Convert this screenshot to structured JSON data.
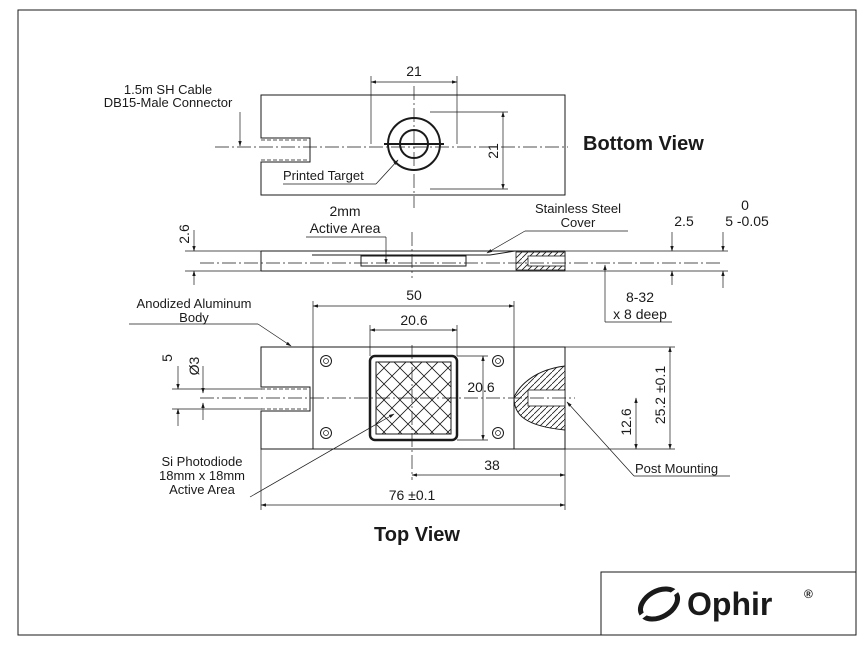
{
  "views": {
    "bottom_title": "Bottom View",
    "top_title": "Top View"
  },
  "labels": {
    "cable_line1": "1.5m SH Cable",
    "cable_line2": "DB15-Male Connector",
    "printed_target": "Printed Target",
    "active_area_line1": "2mm",
    "active_area_line2": "Active Area",
    "cover_line1": "Stainless Steel",
    "cover_line2": "Cover",
    "thread_line1": "8-32",
    "thread_line2": "x 8 deep",
    "body_line1": "Anodized Aluminum",
    "body_line2": "Body",
    "photodiode_line1": "Si Photodiode",
    "photodiode_line2": "18mm x 18mm",
    "photodiode_line3": "Active Area",
    "post_mounting": "Post Mounting"
  },
  "dimensions": {
    "bottom_width": "21",
    "bottom_height": "21",
    "side_2_6": "2.6",
    "side_2_5": "2.5",
    "tol_upper": "0",
    "tol_lower": "5 -0.05",
    "top_50": "50",
    "top_20_6_w": "20.6",
    "top_20_6_h": "20.6",
    "top_5": "5",
    "top_dia3": "Ø3",
    "top_12_6": "12.6",
    "top_25_2": "25.2 ±0.1",
    "top_38": "38",
    "top_76": "76 ±0.1"
  },
  "brand": {
    "name": "Ophir",
    "mark": "®"
  }
}
